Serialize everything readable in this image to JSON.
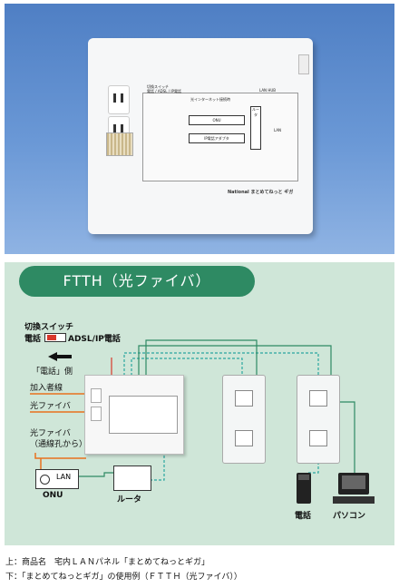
{
  "product_photo": {
    "panel": {
      "switch_label": "切換スイッチ",
      "switch_positions": "電話 / ADSL / IP電話",
      "internet_label": "光インターネット接続時",
      "onu_label": "ONU",
      "router_label": "ルータ",
      "adapter_label": "IP電話アダプタ",
      "lan_label": "LAN",
      "brand": "National",
      "product_mark": "まとめてねっと ギガ",
      "ports_label": "LAN HUB"
    }
  },
  "diagram": {
    "title": "FTTH（光ファイバ）",
    "switch_label": "切換スイッチ",
    "switch_denwa": "電話",
    "switch_adsl": "ADSL/IP電話",
    "arrow_label": "「電話」側",
    "subscriber_line": "加入者線",
    "optical_fiber": "光ファイバ",
    "optical_fiber_conduit": "光ファイバ\n（通線孔から）",
    "onu": "ONU",
    "lan": "LAN",
    "router": "ルータ",
    "phone": "電話",
    "pc": "パソコン",
    "colors": {
      "red": "#d9382b",
      "teal": "#2aa6a0",
      "green": "#2e8a63",
      "orange": "#e8701d"
    }
  },
  "caption": {
    "line1": "上：商品名　宅内ＬＡＮパネル「まとめてねっとギガ」",
    "line2": "下：「まとめてねっとギガ」の使用例（ＦＴＴＨ（光ファイバ））"
  }
}
